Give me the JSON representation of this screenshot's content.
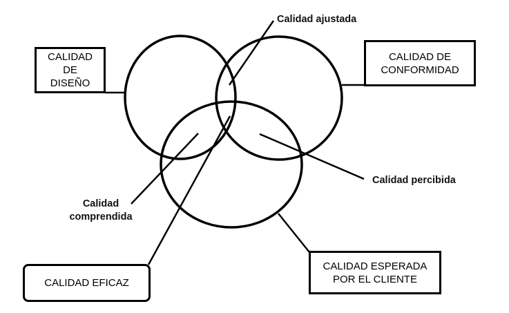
{
  "boxes": {
    "diseno": "CALIDAD\nDE\nDISEÑO",
    "conformidad": "CALIDAD DE\nCONFORMIDAD",
    "eficaz": "CALIDAD EFICAZ",
    "esperada": "CALIDAD ESPERADA\nPOR EL CLIENTE"
  },
  "labels": {
    "ajustada": "Calidad ajustada",
    "percibida": "Calidad percibida",
    "comprendida": "Calidad\ncomprendida"
  },
  "colors": {
    "stroke": "#000000",
    "background": "#ffffff"
  }
}
